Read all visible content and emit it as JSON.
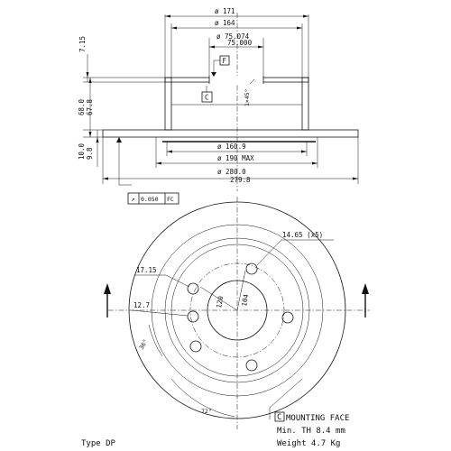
{
  "section_view": {
    "dims_top": {
      "d171": "ø 171",
      "d164": "ø 164",
      "d75": [
        "ø 75.074",
        "75.000"
      ],
      "datum_f": "F",
      "datum_c": "C",
      "chamfer": "1×45°",
      "h7_15": "7.15"
    },
    "dims_left": {
      "h68": [
        "68.0",
        "67.8"
      ],
      "h10": [
        "10.0",
        "9.8"
      ]
    },
    "dims_bottom": {
      "d160": "ø 160.9",
      "d190": "ø 190 MAX",
      "d280": [
        "ø 280.0",
        "279.8"
      ]
    },
    "tolerance_frame": {
      "symbol": "↗",
      "value": "0.050",
      "datum": "FC"
    }
  },
  "front_view": {
    "bolt_holes": "14.65 (x5)",
    "dim_17": "17.15",
    "dim_12": "12.7",
    "dim_120": "120",
    "dim_104": "104",
    "angle_36": "36°",
    "angle_72": "72°"
  },
  "notes": {
    "mounting_symbol": "C",
    "mounting_face": "MOUNTING FACE",
    "min_th": "Min. TH 8.4 mm",
    "weight": "Weight 4.7 Kg",
    "type": "Type DP"
  }
}
